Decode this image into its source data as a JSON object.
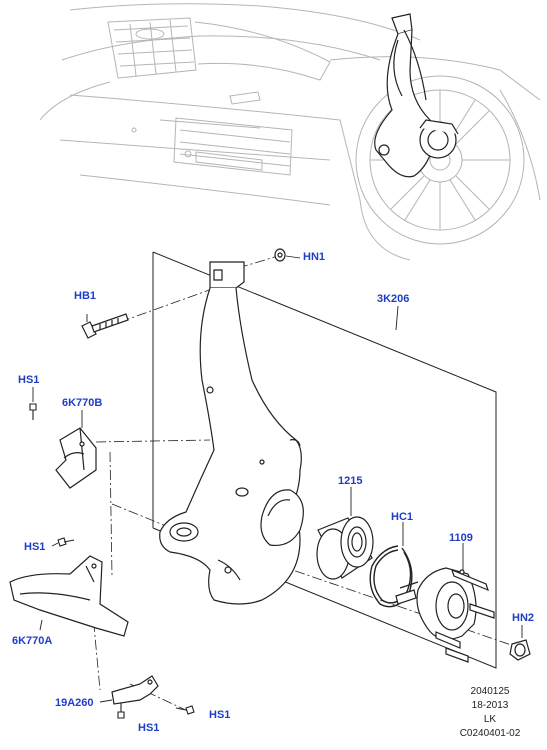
{
  "callouts": {
    "hn1": "HN1",
    "hb1": "HB1",
    "k3k206": "3K206",
    "hs1_a": "HS1",
    "k6k770b": "6K770B",
    "c1215": "1215",
    "hc1": "HC1",
    "c1109": "1109",
    "hs1_b": "HS1",
    "k6k770a": "6K770A",
    "hn2": "HN2",
    "k19a260": "19A260",
    "hs1_c": "HS1",
    "hs1_d": "HS1"
  },
  "reference": {
    "line1": "2040125",
    "line2": "18-2013",
    "line3": "LK",
    "line4": "C0240401-02"
  },
  "colors": {
    "callout": "#1f3ec8",
    "line": "#222222",
    "ghost": "#b5b5b5"
  }
}
